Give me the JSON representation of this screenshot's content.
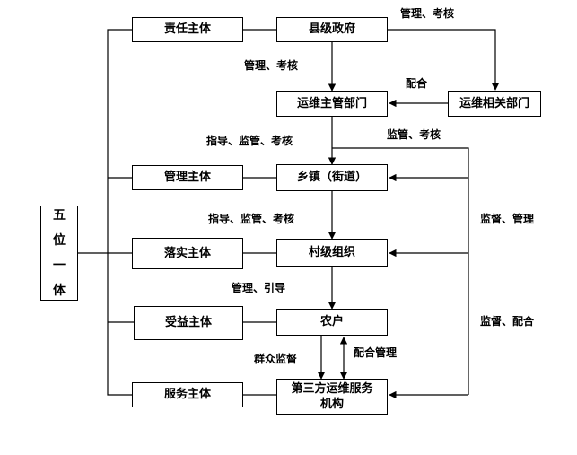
{
  "center": {
    "county_gov": "县级政府",
    "ops_dept": "运维主管部门",
    "related_dept": "运维相关部门",
    "township": "乡镇（街道）",
    "village": "村级组织",
    "farmer": "农户",
    "service_line1": "第三方运维服务",
    "service_line2": "机构"
  },
  "subjects": {
    "responsibility": "责任主体",
    "management": "管理主体",
    "implementation": "落实主体",
    "beneficiary": "受益主体",
    "service": "服务主体"
  },
  "five_in_one": [
    "五",
    "位",
    "一",
    "体"
  ],
  "labels": {
    "mgmt_assess_top": "管理、考核",
    "mgmt_assess_mid": "管理、考核",
    "cooperate": "配合",
    "supervise_assess": "监管、考核",
    "guide_supervise_assess_1": "指导、监管、考核",
    "guide_supervise_assess_2": "指导、监管、考核",
    "oversee_manage": "监督、管理",
    "manage_guide": "管理、引导",
    "oversee_cooperate": "监督、配合",
    "mass_supervision": "群众监督",
    "cooperate_manage": "配合管理"
  }
}
